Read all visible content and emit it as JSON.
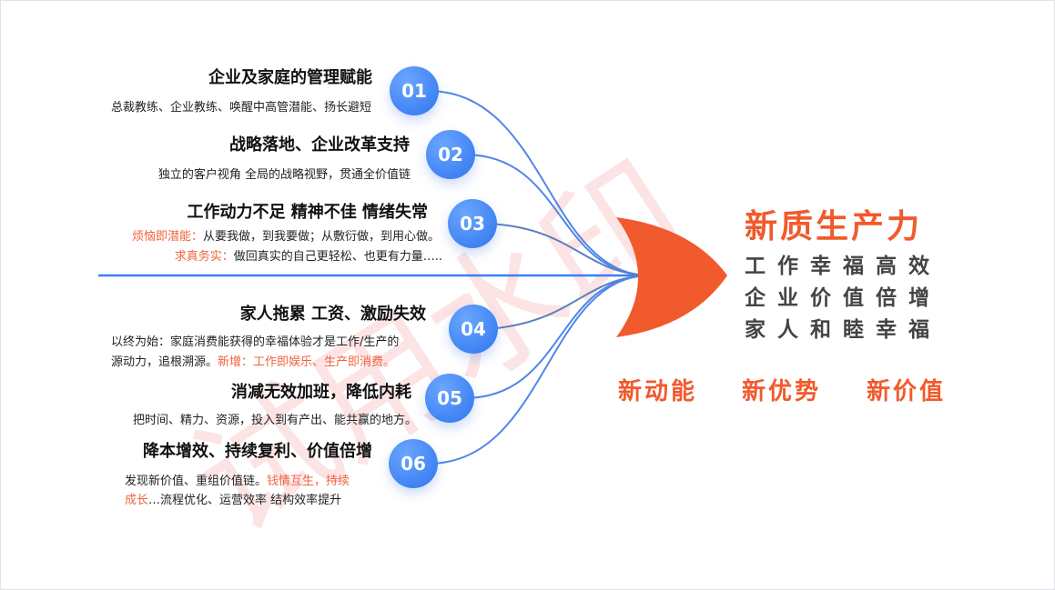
{
  "items": [
    {
      "num": "01",
      "title": "企业及家庭的管理赋能",
      "sub": "总裁教练、企业教练、唤醒中高管潜能、扬长避短"
    },
    {
      "num": "02",
      "title": "战略落地、企业改革支持",
      "sub": "独立的客户视角  全局的战略视野，贯通全价值链"
    },
    {
      "num": "03",
      "title": "工作动力不足  精神不佳  情绪失常",
      "sub1_label": "烦恼即潜能：",
      "sub1": "从要我做，到我要做；从敷衍做，到用心做。",
      "sub2_label": "求真务实：",
      "sub2": "做回真实的自己更轻松、也更有力量….."
    },
    {
      "num": "04",
      "title": "家人拖累  工资、激励失效",
      "sub_a": "以终为始：家庭消费能获得的幸福体验才是工作/生产的",
      "sub_b": "源动力，追根溯源。",
      "sub_c": "新增：工作即娱乐、生产即消费。"
    },
    {
      "num": "05",
      "title": "消减无效加班，降低内耗",
      "sub": "把时间、精力、资源，投入到有产出、能共赢的地方。"
    },
    {
      "num": "06",
      "title": "降本增效、持续复利、价值倍增",
      "sub_a": "发现新价值、重组价值链。",
      "sub_b": "钱情互生，持续",
      "sub_c": "成长",
      "sub_d": "…流程优化、运营效率  结构效率提升"
    }
  ],
  "right": {
    "headline": "新质生产力",
    "lines": [
      "工作幸福高效",
      "企业价值倍增",
      "家人和睦幸福"
    ],
    "tags": [
      "新动能",
      "新优势",
      "新价值"
    ]
  },
  "watermark": "试用水印",
  "colors": {
    "blue": "#3d7ff0",
    "orange": "#f15a2c"
  }
}
